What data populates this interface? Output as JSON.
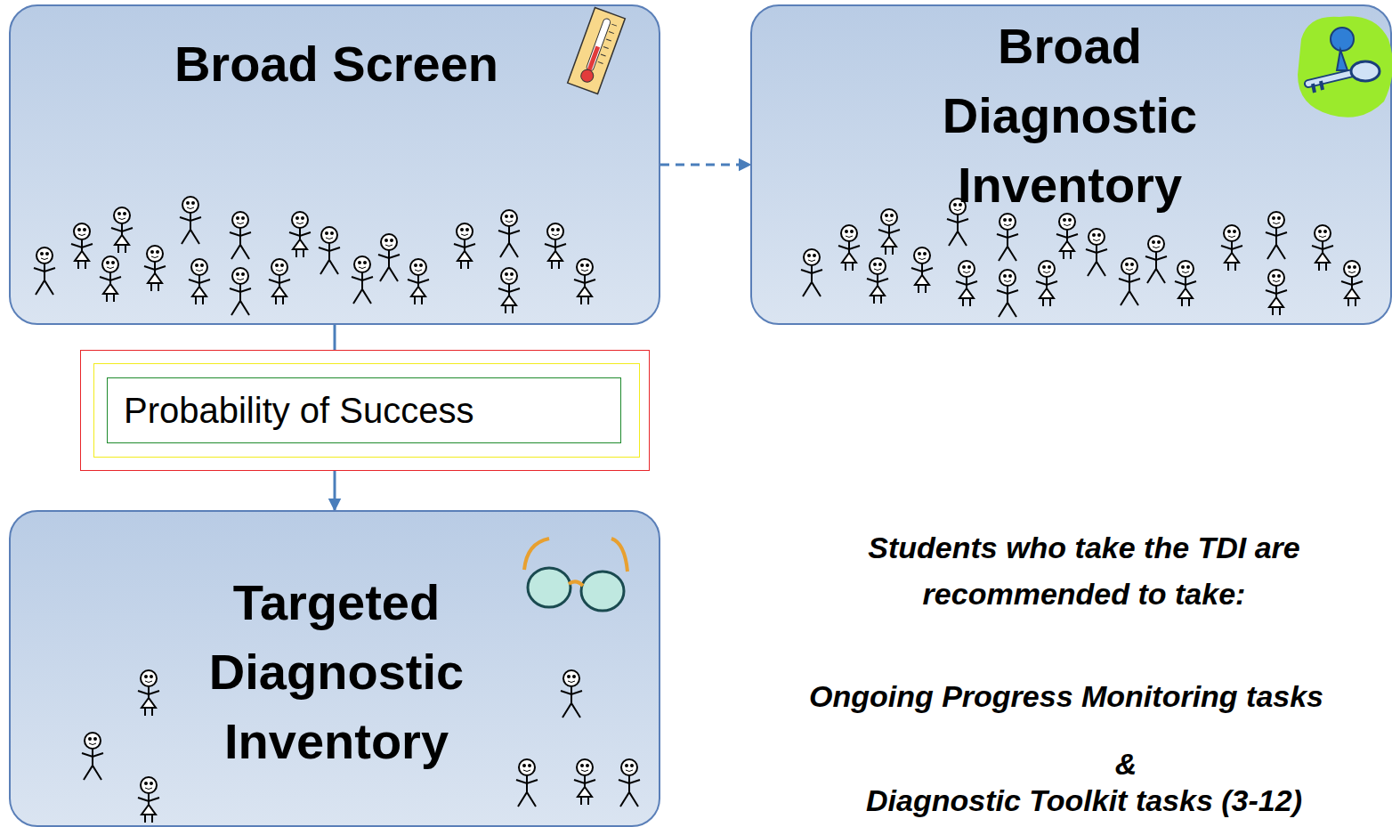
{
  "diagram": {
    "nodes": [
      {
        "text": [
          "Broad Screen"
        ]
      },
      {
        "text": [
          "Broad Diagnostic Inventory"
        ]
      },
      {
        "text": [
          "Targeted Diagnostic Inventory"
        ]
      }
    ],
    "edges": [
      {
        "from": 0,
        "to": 1,
        "arrow": "to"
      },
      {
        "from": 0,
        "to": 2,
        "label": "Probability of Success",
        "arrow": "to"
      }
    ],
    "labels": [
      "Students who take the TDI are recommended to take:",
      "Ongoing Progress Monitoring tasks",
      "&",
      "Diagnostic Toolkit tasks (3-12)"
    ]
  }
}
